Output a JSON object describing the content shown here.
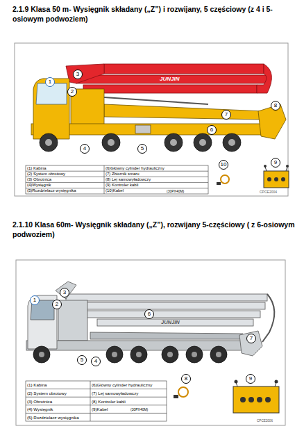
{
  "diagram": {
    "labels": [
      "2.1.9 Klasa 50 m- Wysięgnik składany („Z”) i rozwijany, 5 częściowy (z 4 i 5-osiowym podwoziem)",
      "1",
      "2",
      "3",
      "4",
      "5",
      "6",
      "7",
      "8",
      "9",
      "10",
      "JUNJIN",
      "(1) Kabina",
      "(6)Główny cylinder hydrauliczny",
      "(2) System obrotowy",
      "(7) Zbiornik smaru",
      "(3) Obrotnica",
      "(8) Lej samowyładowczy",
      "(4)Wysięgnik",
      "(9) Kontroler kabli",
      "(5)Rozdzielacz wysięgnika",
      "(10)Kabel",
      "(30PX40M)",
      "CPCE2004",
      "2.1.10 Klasa 60m- Wysięgnik składany („Z”), rozwijany 5-częściowy ( z 6-osiowym podwoziem)",
      "1",
      "2",
      "3",
      "4",
      "5",
      "6",
      "7",
      "8",
      "9",
      "JUNJIN",
      "(1) Kabina",
      "(6)Główny cylinder hydrauliczny",
      "(2) System obrotowy",
      "(7) Lej samowyładowczy",
      "(3) Obrotnica",
      "(8) Kontroler kabli",
      "(4) Wysięgnik",
      "(9)Kabel",
      "(5) Rozdzielacz wysięgnika",
      "(30PX40M)",
      "CPCE2006"
    ]
  }
}
